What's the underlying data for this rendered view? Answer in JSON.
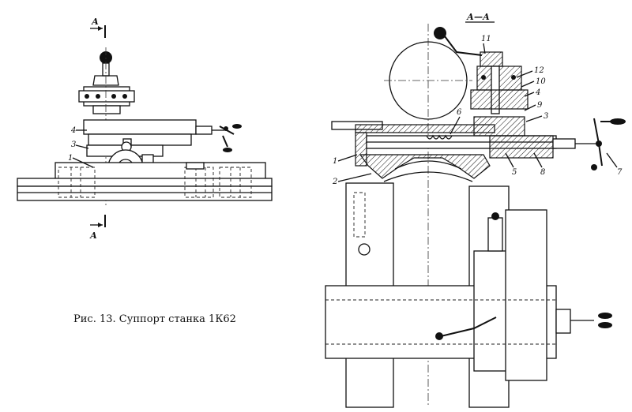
{
  "caption": "Рис. 13. Суппорт станка 1К62",
  "section_marks": {
    "top_left": "А",
    "bottom_left": "А",
    "section_title": "А—А"
  },
  "left_view_labels": {
    "l4": "4",
    "l3": "3",
    "l1": "1"
  },
  "section_labels": {
    "l11": "11",
    "l12": "12",
    "l10": "10",
    "l4": "4",
    "l9": "9",
    "l3": "3",
    "l6": "6",
    "l1": "1",
    "l2": "2",
    "l5": "5",
    "l8": "8",
    "l7": "7"
  }
}
